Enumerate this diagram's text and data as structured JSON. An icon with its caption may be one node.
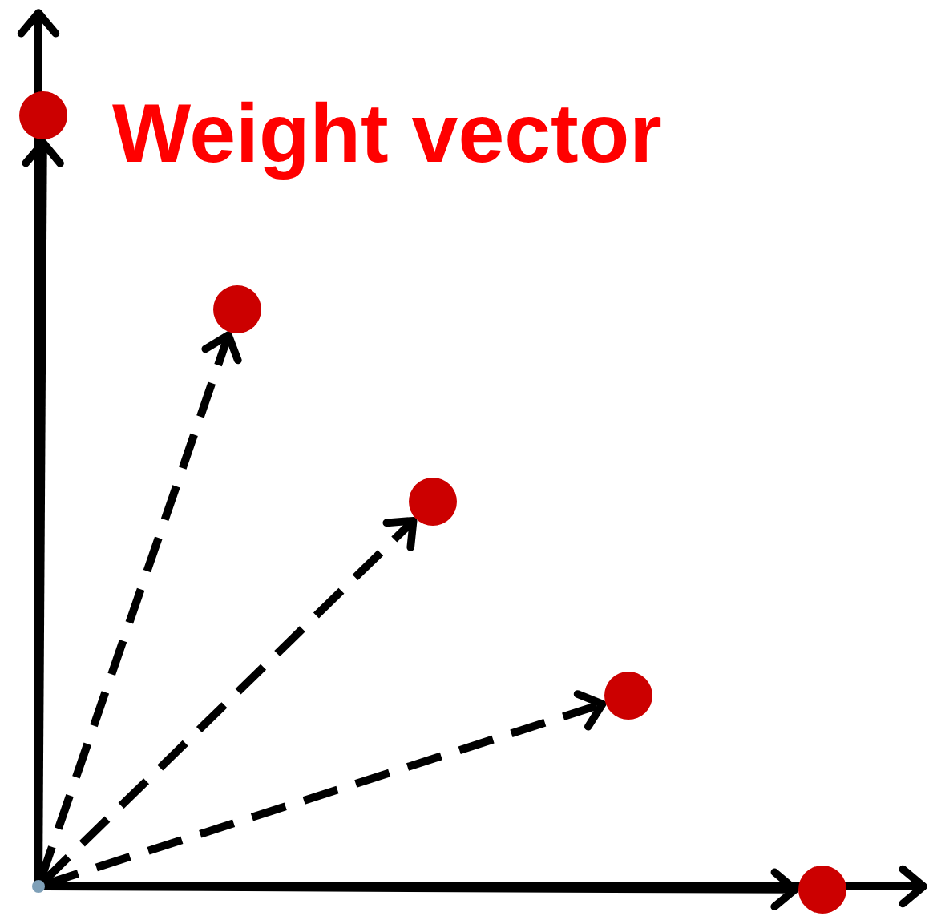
{
  "diagram": {
    "nodes": [
      {
        "text": [],
        "shape": "circle",
        "beside": [
          "Weight vector"
        ]
      },
      {
        "text": [],
        "shape": "circle"
      },
      {
        "text": [],
        "shape": "circle"
      },
      {
        "text": [],
        "shape": "circle"
      },
      {
        "text": [],
        "shape": "circle"
      },
      {
        "text": [],
        "shape": "point"
      }
    ],
    "edges": [
      {
        "from": 5,
        "to": 0,
        "arrow": "to"
      },
      {
        "from": 5,
        "to": 1,
        "arrow": "to",
        "style": "dashed"
      },
      {
        "from": 5,
        "to": 2,
        "arrow": "to",
        "style": "dashed"
      },
      {
        "from": 5,
        "to": 3,
        "arrow": "to",
        "style": "dashed"
      },
      {
        "from": 5,
        "to": 4,
        "arrow": "to"
      }
    ]
  }
}
